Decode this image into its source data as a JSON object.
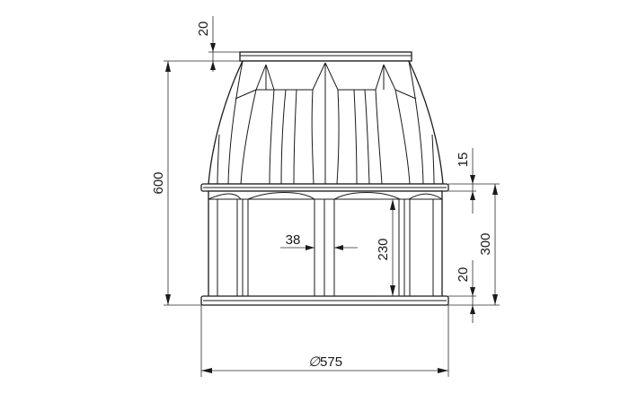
{
  "drawing": {
    "dimensions": {
      "overall_height": "600",
      "top_flange_thickness": "20",
      "middle_flange_thickness": "15",
      "lower_section_height": "300",
      "bottom_flange_thickness": "20",
      "inner_rib_height": "230",
      "rib_width": "38",
      "diameter_symbol": "∅",
      "diameter_value": "575"
    }
  }
}
